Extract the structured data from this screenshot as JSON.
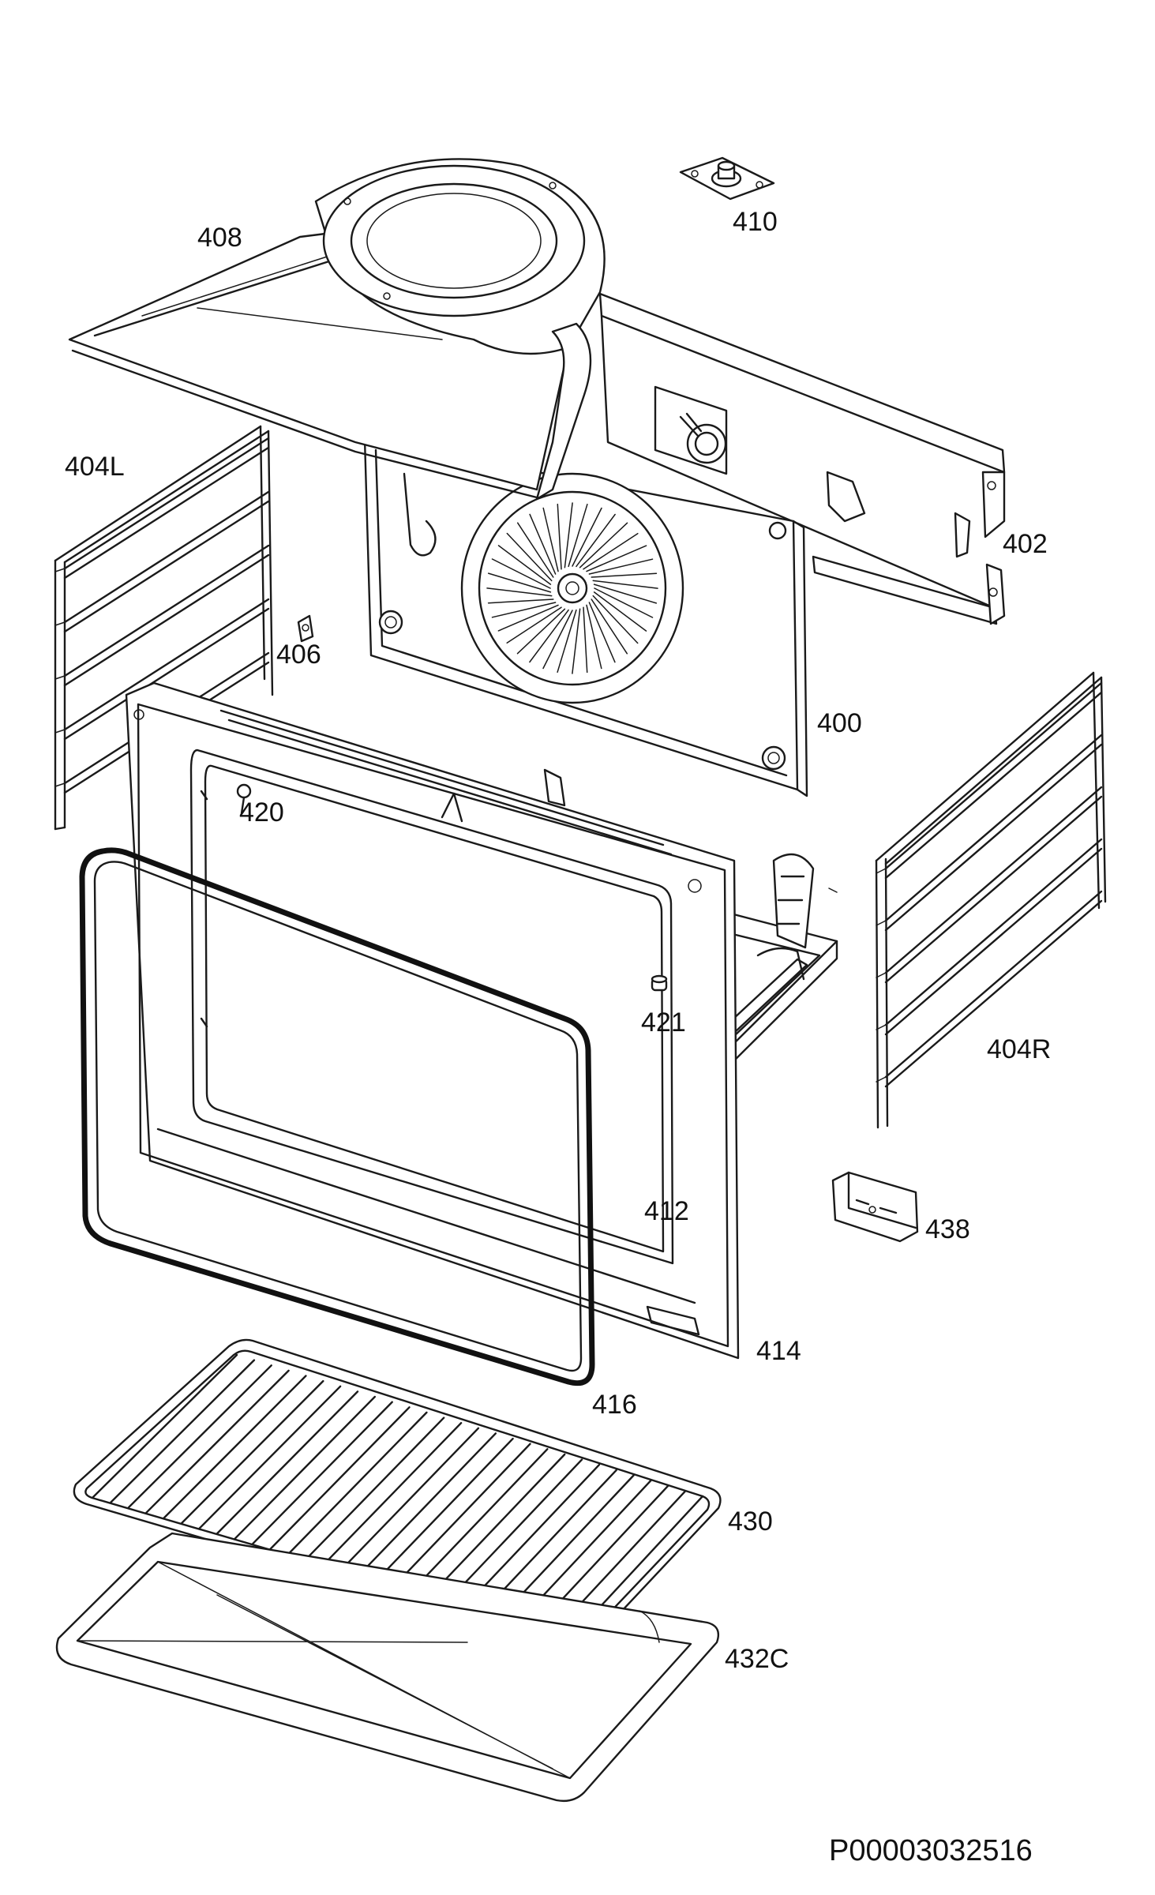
{
  "diagram": {
    "parts": [
      {
        "id": "408",
        "label": "408"
      },
      {
        "id": "410",
        "label": "410"
      },
      {
        "id": "404L",
        "label": "404L"
      },
      {
        "id": "402",
        "label": "402"
      },
      {
        "id": "406",
        "label": "406"
      },
      {
        "id": "400",
        "label": "400"
      },
      {
        "id": "420",
        "label": "420"
      },
      {
        "id": "421",
        "label": "421"
      },
      {
        "id": "404R",
        "label": "404R"
      },
      {
        "id": "412",
        "label": "412"
      },
      {
        "id": "438",
        "label": "438"
      },
      {
        "id": "414",
        "label": "414"
      },
      {
        "id": "416",
        "label": "416"
      },
      {
        "id": "430",
        "label": "430"
      },
      {
        "id": "432C",
        "label": "432C"
      }
    ],
    "reference_code": "P00003032516"
  }
}
